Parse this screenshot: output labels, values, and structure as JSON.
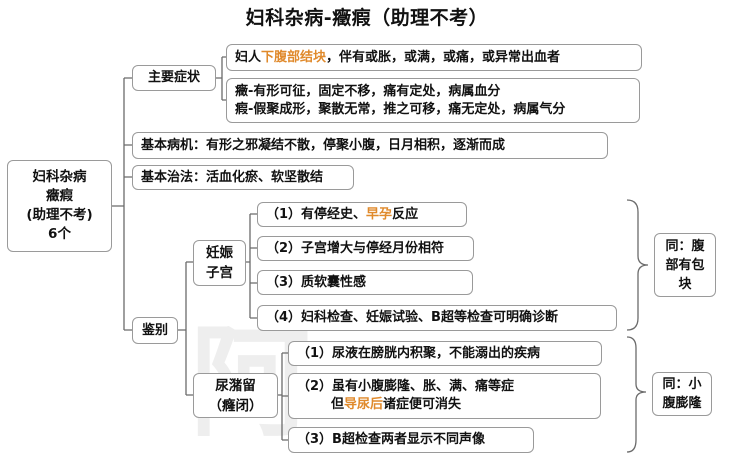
{
  "title": "妇科杂病-癥瘕（助理不考）",
  "root": {
    "line1": "妇科杂病",
    "line2": "癥瘕",
    "line3": "(助理不考)",
    "line4": "6个"
  },
  "main_symptoms": {
    "label": "主要症状",
    "item1": {
      "pre": "妇人",
      "highlight": "下腹部结块",
      "post": "，伴有或胀，或满，或痛，或异常出血者"
    },
    "item2": {
      "line1": "癥-有形可征，固定不移，痛有定处，病属血分",
      "line2": "瘕-假聚成形，聚散无常，推之可移，痛无定处，病属气分"
    }
  },
  "pathogenesis": "基本病机：有形之邪凝结不散，停聚小腹，日月相积，逐渐而成",
  "treatment": "基本治法：活血化瘀、软坚散结",
  "differentiation": {
    "label": "鉴别",
    "pregnancy": {
      "label_line1": "妊娠",
      "label_line2": "子宫",
      "item1": {
        "pre": "（1）有停经史、",
        "highlight": "早孕",
        "post": "反应"
      },
      "item2": "（2）子宫增大与停经月份相符",
      "item3": "（3）质软囊性感",
      "item4": "（4）妇科检查、妊娠试验、B超等检查可明确诊断",
      "note_line1": "同：腹",
      "note_line2": "部有包",
      "note_line3": "块"
    },
    "urinary_retention": {
      "label_line1": "尿潴留",
      "label_line2": "（癃闭）",
      "item1": "（1）尿液在膀胱内积聚，不能溺出的疾病",
      "item2_line1": "（2）虽有小腹膨隆、胀、满、痛等症",
      "item2_pre": "但",
      "item2_highlight": "导尿后",
      "item2_post": "诸症便可消失",
      "item3": "（3）B超检查两者显示不同声像",
      "note_line1": "同：小",
      "note_line2": "腹膨隆"
    }
  }
}
